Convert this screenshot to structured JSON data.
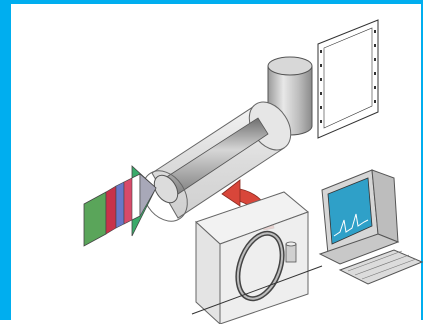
{
  "figure": {
    "components": [
      "spectrum-arrow",
      "glass-tube-cylinder",
      "coil-cylinder",
      "film-strip",
      "detector-box-with-ring",
      "curved-red-arrow",
      "computer-with-spectrum",
      "keyboard"
    ]
  },
  "colors": {
    "frame": "#00aeef",
    "spectrum": [
      "#5aa55a",
      "#c8324a",
      "#6a78c8",
      "#d84a6a",
      "#3aaa6a",
      "#a8a8b8"
    ],
    "arrow": "#d8463a",
    "monitor_screen": "#2fa0c8"
  }
}
